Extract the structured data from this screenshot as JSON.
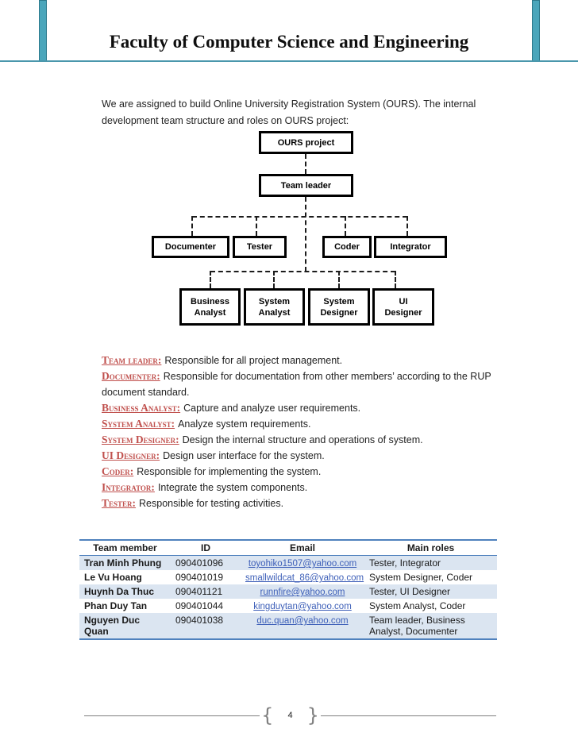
{
  "page": {
    "title": "Faculty of Computer Science and Engineering",
    "page_number": "4"
  },
  "intro": {
    "lines": [
      "We are assigned to build Online University Registration System (OURS). The internal",
      "development team structure and roles on OURS project:"
    ]
  },
  "org_chart": {
    "root": "OURS project",
    "leader": "Team leader",
    "level1": [
      "Documenter",
      "Tester",
      "Coder",
      "Integrator"
    ],
    "level2": [
      {
        "line1": "Business",
        "line2": "Analyst"
      },
      {
        "line1": "System",
        "line2": "Analyst"
      },
      {
        "line1": "System",
        "line2": "Designer"
      },
      {
        "line1": "UI",
        "line2": "Designer"
      }
    ]
  },
  "roles": [
    {
      "label": "Team leader:",
      "description": "Responsible for all project management."
    },
    {
      "label": "Documenter:",
      "description": "Responsible for documentation from other members’ according to the RUP document standard."
    },
    {
      "label": "Business Analyst:",
      "description": "Capture and analyze user requirements."
    },
    {
      "label": "System Analyst:",
      "description": "Analyze system requirements."
    },
    {
      "label": "System Designer:",
      "description": "Design the internal structure and operations of system."
    },
    {
      "label": "UI Designer:",
      "description": "Design user interface for the system."
    },
    {
      "label": "Coder:",
      "description": "Responsible for implementing the system."
    },
    {
      "label": "Integrator:",
      "description": "Integrate the system components."
    },
    {
      "label": "Tester:",
      "description": "Responsible for testing activities."
    }
  ],
  "team_table": {
    "headers": [
      "Team member",
      "ID",
      "Email",
      "Main roles"
    ],
    "rows": [
      {
        "name": "Tran Minh Phung",
        "id": "090401096",
        "email": "toyohiko1507@yahoo.com",
        "roles": "Tester, Integrator"
      },
      {
        "name": "Le Vu Hoang",
        "id": "090401019",
        "email": "smallwildcat_86@yahoo.com",
        "roles": "System Designer, Coder"
      },
      {
        "name": "Huynh Da Thuc",
        "id": "090401121",
        "email": "runnfire@yahoo.com",
        "roles": "Tester, UI Designer"
      },
      {
        "name": "Phan Duy Tan",
        "id": "090401044",
        "email": "kingduytan@yahoo.com",
        "roles": "System Analyst, Coder"
      },
      {
        "name": "Nguyen Duc Quan",
        "id": "090401038",
        "email": "duc.quan@yahoo.com",
        "roles": "Team leader, Business Analyst, Documenter"
      }
    ]
  },
  "footer": {
    "left_brace": "{",
    "right_brace": "}"
  },
  "colors": {
    "teal_bar": "#4BA6BB",
    "teal_rule": "#4A97AC",
    "table_border": "#4F81BD",
    "table_band": "#DBE5F1",
    "email_link": "#3D5FB8",
    "role_label": "#C0504D"
  }
}
